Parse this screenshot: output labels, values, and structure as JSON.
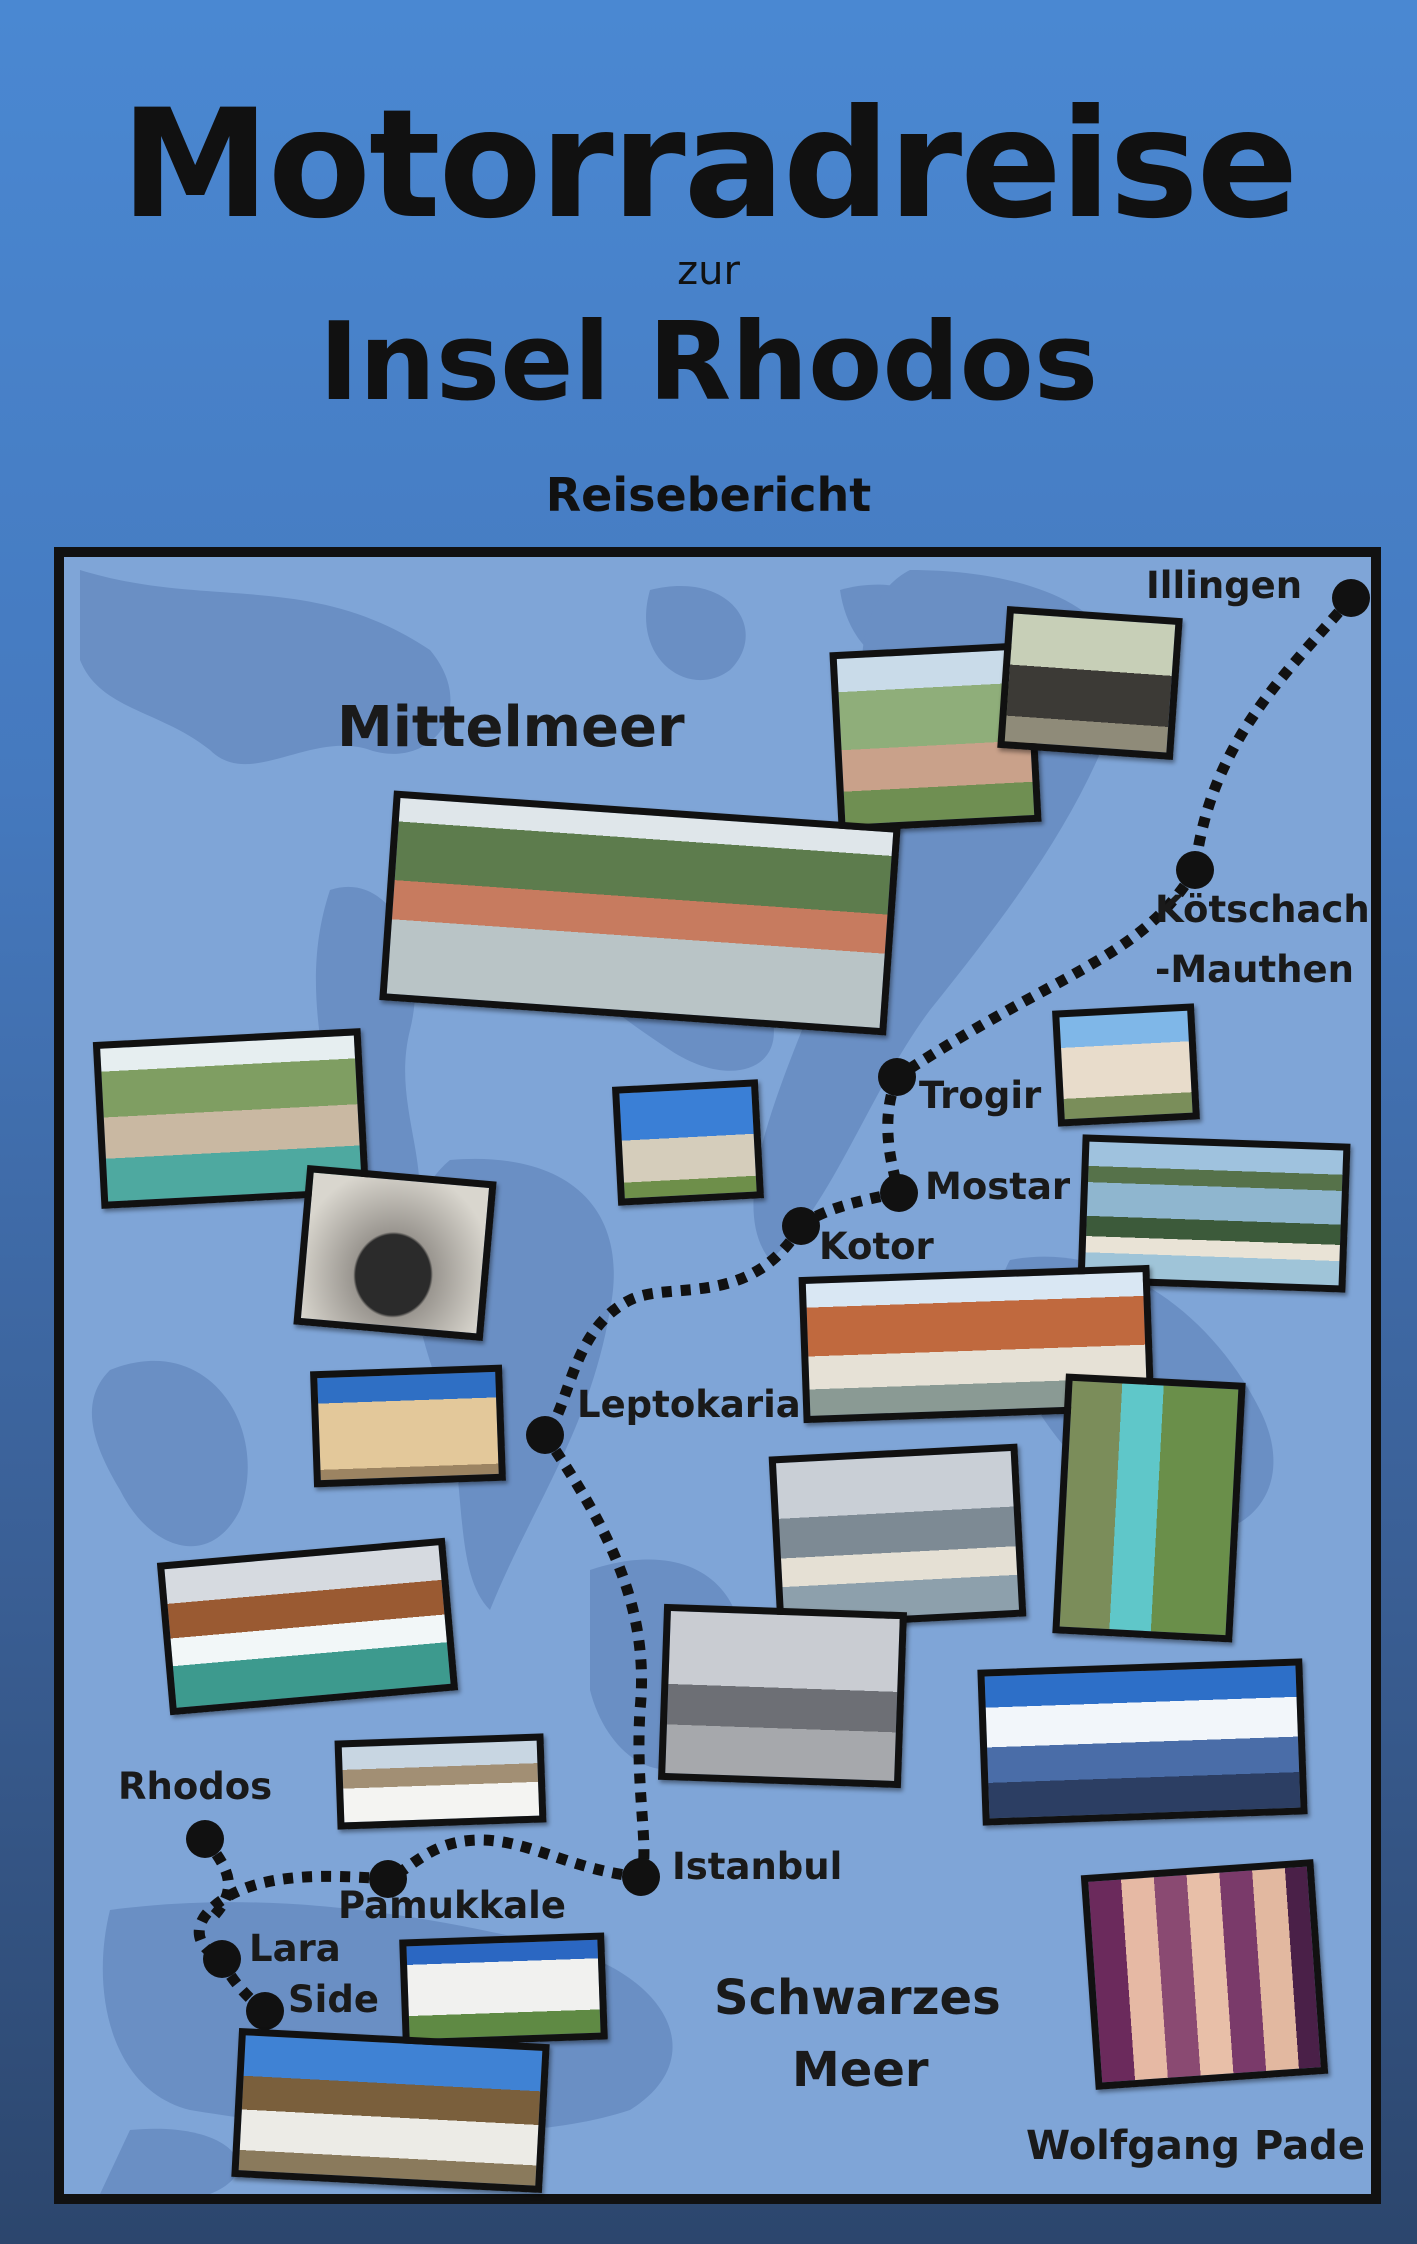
{
  "cover": {
    "title": "Motorradreise",
    "connector": "zur",
    "subtitle": "Insel Rhodos",
    "genre": "Reisebericht",
    "author": "Wolfgang Pade"
  },
  "map": {
    "seas": {
      "mittelmeer": "Mittelmeer",
      "schwarzes_line1": "Schwarzes",
      "schwarzes_line2": "Meer"
    },
    "stops": {
      "illingen": "Illingen",
      "koetschach_line1": "Kötschach",
      "koetschach_line2": "-Mauthen",
      "trogir": "Trogir",
      "mostar": "Mostar",
      "kotor": "Kotor",
      "leptokaria": "Leptokaria",
      "istanbul": "Istanbul",
      "pamukkale": "Pamukkale",
      "rhodos": "Rhodos",
      "lara": "Lara",
      "side": "Side"
    },
    "colors": {
      "sea": "#7fa5d7",
      "land": "#6a8fc4",
      "route": "#111111"
    }
  }
}
